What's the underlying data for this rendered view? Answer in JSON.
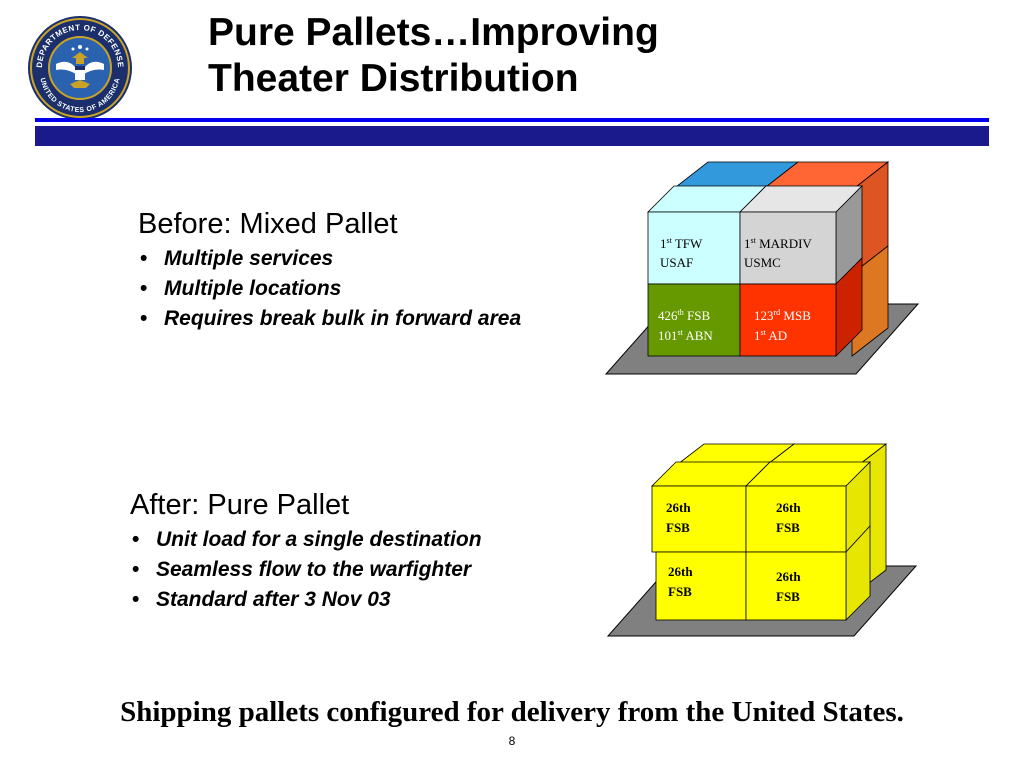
{
  "header": {
    "title_line1": "Pure Pallets…Improving",
    "title_line2": "Theater Distribution",
    "seal": {
      "icon": "department-of-defense-seal-icon",
      "top_text": "DEPARTMENT OF DEFENSE",
      "bottom_text": "UNITED STATES OF AMERICA"
    }
  },
  "before": {
    "heading": "Before:  Mixed Pallet",
    "bullets": [
      "Multiple services",
      "Multiple locations",
      "Requires break bulk in forward area"
    ],
    "pallet": {
      "box_tl": {
        "line1_num": "1",
        "line1_sup": "st",
        "line1_rest": " TFW",
        "line2": "USAF",
        "color": "#ccffff"
      },
      "box_tr": {
        "line1_num": "1",
        "line1_sup": "st",
        "line1_rest": " MARDIV",
        "line2": "USMC",
        "color": "#d4d4d4"
      },
      "box_bl": {
        "line1_num": "426",
        "line1_sup": "th",
        "line1_rest": " FSB",
        "line2_num": "101",
        "line2_sup": "st",
        "line2_rest": " ABN",
        "color": "#669900"
      },
      "box_br": {
        "line1_num": "123",
        "line1_sup": "rd",
        "line1_rest": " MSB",
        "line2_num": "1",
        "line2_sup": "st",
        "line2_rest": " AD",
        "color": "#ff3300"
      },
      "back_colors": [
        "#3399dd",
        "#ff6633",
        "#dd7722"
      ]
    }
  },
  "after": {
    "heading": "After:  Pure Pallet",
    "bullets": [
      "Unit load for a single destination",
      "Seamless flow to the warfighter",
      "Standard after 3 Nov 03"
    ],
    "pallet": {
      "box_tl": {
        "line1": "26th",
        "line2": "FSB"
      },
      "box_tr": {
        "line1": "26th",
        "line2": "FSB"
      },
      "box_bl": {
        "line1": "26th",
        "line2": "FSB"
      },
      "box_br": {
        "line1": "26th",
        "line2": "FSB"
      },
      "color": "#ffff00"
    }
  },
  "caption": "Shipping pallets configured for delivery from the United States.",
  "page_number": "8"
}
